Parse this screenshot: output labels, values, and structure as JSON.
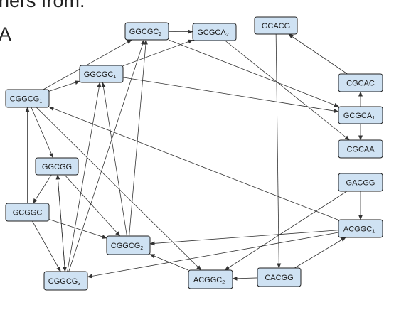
{
  "header": {
    "text_line1": "ners from:",
    "text_line2": "A"
  },
  "nodes": [
    {
      "id": "GGCGC2",
      "base": "GGCGC",
      "sub": "2"
    },
    {
      "id": "GCGCA2",
      "base": "GCGCA",
      "sub": "2"
    },
    {
      "id": "GCACG",
      "base": "GCACG",
      "sub": ""
    },
    {
      "id": "GGCGC1",
      "base": "GGCGC",
      "sub": "1"
    },
    {
      "id": "CGGCG1",
      "base": "CGGCG",
      "sub": "1"
    },
    {
      "id": "CGCAC",
      "base": "CGCAC",
      "sub": ""
    },
    {
      "id": "GCGCA1",
      "base": "GCGCA",
      "sub": "1"
    },
    {
      "id": "CGCAA",
      "base": "CGCAA",
      "sub": ""
    },
    {
      "id": "GGCGG",
      "base": "GGCGG",
      "sub": ""
    },
    {
      "id": "GACGG",
      "base": "GACGG",
      "sub": ""
    },
    {
      "id": "GCGGC",
      "base": "GCGGC",
      "sub": ""
    },
    {
      "id": "ACGGC1",
      "base": "ACGGC",
      "sub": "1"
    },
    {
      "id": "CGGCG2",
      "base": "CGGCG",
      "sub": "2"
    },
    {
      "id": "CGGCG3",
      "base": "CGGCG",
      "sub": "3"
    },
    {
      "id": "ACGGC2",
      "base": "ACGGC",
      "sub": "2"
    },
    {
      "id": "CACGG",
      "base": "CACGG",
      "sub": ""
    }
  ],
  "edges": [
    [
      "GGCGC2",
      "GCGCA2"
    ],
    [
      "GCGCA2",
      "CGCAA"
    ],
    [
      "GGCGC2",
      "GCGCA1"
    ],
    [
      "GCACG",
      "CACGG"
    ],
    [
      "CGCAC",
      "GCACG"
    ],
    [
      "GGCGC1",
      "GCGCA2"
    ],
    [
      "GGCGC1",
      "GCGCA1"
    ],
    [
      "GCGCA1",
      "CGCAC"
    ],
    [
      "GCGCA1",
      "CGCAA"
    ],
    [
      "CGGCG1",
      "GGCGC2"
    ],
    [
      "CGGCG1",
      "GGCGC1"
    ],
    [
      "CGGCG1",
      "GGCGG"
    ],
    [
      "CGGCG1",
      "ACGGC2"
    ],
    [
      "ACGGC1",
      "CGGCG1"
    ],
    [
      "GCGGC",
      "CGGCG1"
    ],
    [
      "GACGG",
      "ACGGC1"
    ],
    [
      "GACGG",
      "ACGGC2"
    ],
    [
      "GGCGG",
      "GCGGC"
    ],
    [
      "GGCGG",
      "CGGCG2"
    ],
    [
      "GCGGC",
      "CGGCG2"
    ],
    [
      "GCGGC",
      "CGGCG3"
    ],
    [
      "GGCGG",
      "CGGCG3"
    ],
    [
      "CGGCG3",
      "GGCGG"
    ],
    [
      "CGGCG3",
      "GGCGC2"
    ],
    [
      "CGGCG3",
      "GGCGC1"
    ],
    [
      "CGGCG2",
      "GGCGC1"
    ],
    [
      "CGGCG2",
      "GGCGC2"
    ],
    [
      "ACGGC1",
      "CGGCG2"
    ],
    [
      "ACGGC1",
      "CGGCG3"
    ],
    [
      "ACGGC2",
      "CGGCG2"
    ],
    [
      "CACGG",
      "ACGGC2"
    ],
    [
      "CACGG",
      "ACGGC1"
    ]
  ]
}
